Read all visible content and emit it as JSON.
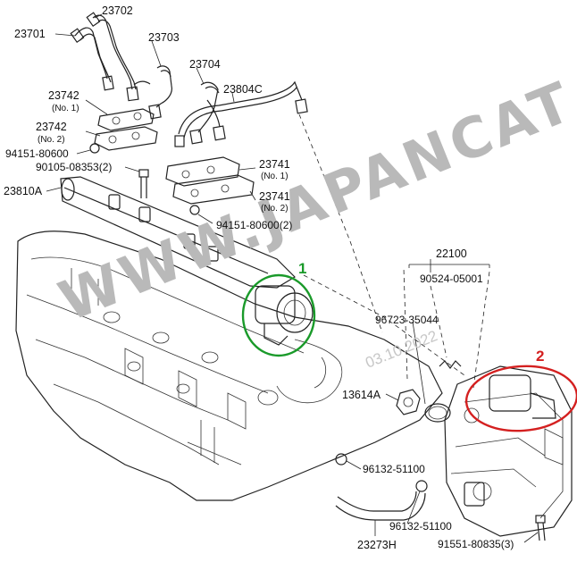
{
  "watermark": {
    "text": "WWW.JAPANCAT",
    "date": "03.10.2022",
    "color": "#b9b9b9"
  },
  "parts": {
    "p23701": "23701",
    "p23702": "23702",
    "p23703": "23703",
    "p23704": "23704",
    "p23804C": "23804C",
    "p23742_1": "23742",
    "p23742_1_sub": "(No. 1)",
    "p23742_2": "23742",
    "p23742_2_sub": "(No. 2)",
    "p94151_top": "94151-80600",
    "p90105": "90105-08353(2)",
    "p23810A": "23810A",
    "p23741_1": "23741",
    "p23741_1_sub": "(No. 1)",
    "p23741_2": "23741",
    "p23741_2_sub": "(No. 2)",
    "p94151_2": "94151-80600(2)",
    "p22100": "22100",
    "p90524": "90524-05001",
    "p96723": "96723-35044",
    "p13614A": "13614A",
    "p96132_a": "96132-51100",
    "p96132_b": "96132-51100",
    "p23273H": "23273H",
    "p91551": "91551-80835(3)"
  },
  "markers": {
    "m1": {
      "label": "1",
      "color": "#1a9a2a"
    },
    "m2": {
      "label": "2",
      "color": "#d42020"
    }
  }
}
